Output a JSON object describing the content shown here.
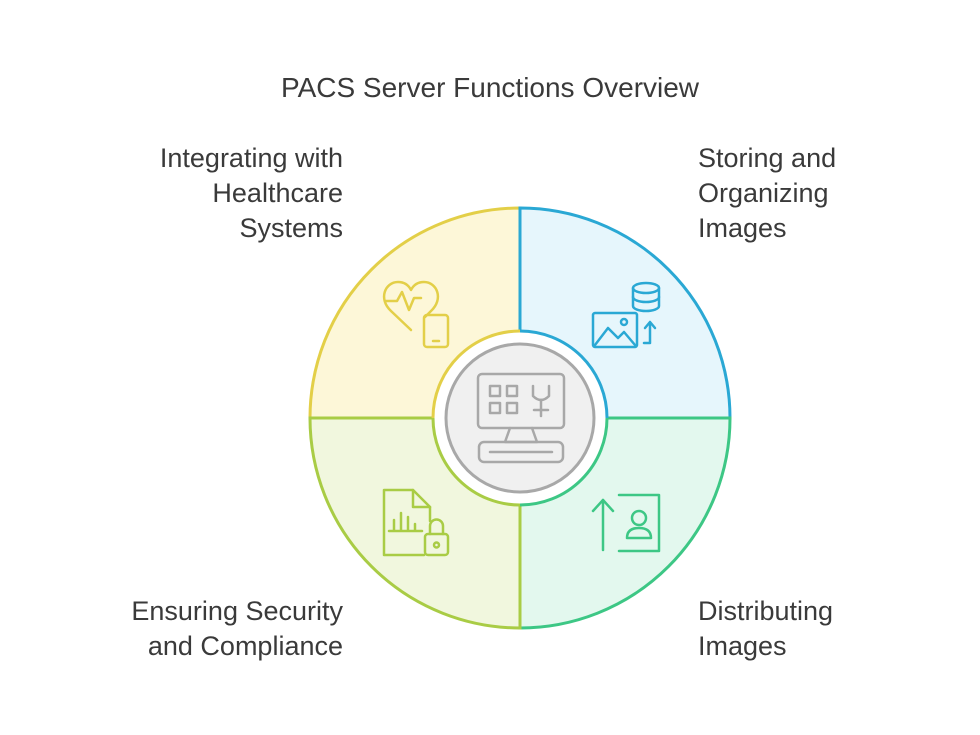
{
  "title": "PACS Server Functions Overview",
  "segments": [
    {
      "id": "integrating",
      "lines": [
        "Integrating with",
        "Healthcare",
        "Systems"
      ],
      "icon": "heart-tablet-icon",
      "fill": "#fdf7d8",
      "stroke": "#e3cf48"
    },
    {
      "id": "storing",
      "lines": [
        "Storing and",
        "Organizing",
        "Images"
      ],
      "icon": "image-database-icon",
      "fill": "#e6f6fc",
      "stroke": "#2aa8d4"
    },
    {
      "id": "ensuring",
      "lines": [
        "Ensuring Security",
        "and Compliance"
      ],
      "icon": "document-lock-icon",
      "fill": "#f1f7de",
      "stroke": "#a9cc45"
    },
    {
      "id": "distributing",
      "lines": [
        "Distributing",
        "Images"
      ],
      "icon": "upload-contact-icon",
      "fill": "#e3f8ee",
      "stroke": "#3dc785"
    }
  ],
  "center": {
    "icon": "pacs-workstation-icon",
    "fill": "#f0f0f0",
    "stroke": "#a8a8a8"
  }
}
